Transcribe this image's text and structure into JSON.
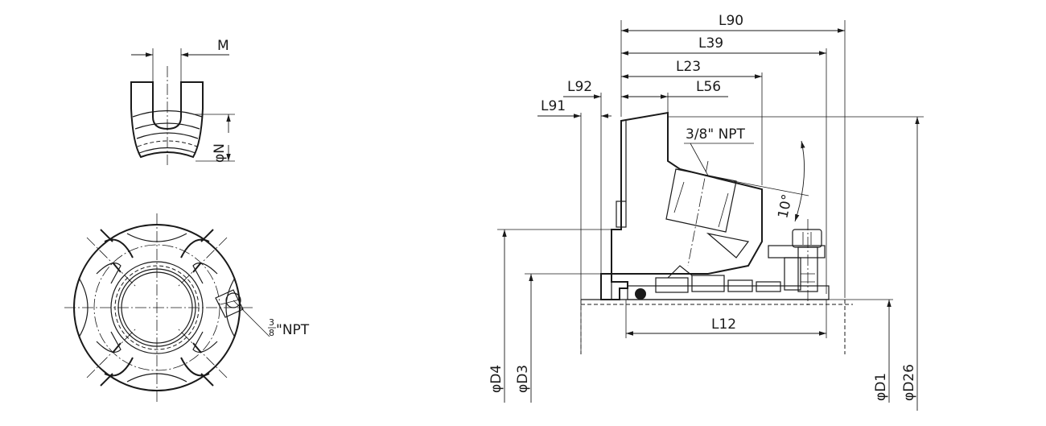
{
  "labels": {
    "m": "M",
    "phi_n": "φN",
    "npt_frac_num": "3",
    "npt_frac_den": "8",
    "npt_left": "\"NPT",
    "l90": "L90",
    "l39": "L39",
    "l23": "L23",
    "l56": "L56",
    "l92": "L92",
    "l91": "L91",
    "npt_right": "3/8\" NPT",
    "angle": "10°",
    "l12": "L12",
    "d4": "φD4",
    "d3": "φD3",
    "d1": "φD1",
    "d26": "φD26"
  }
}
